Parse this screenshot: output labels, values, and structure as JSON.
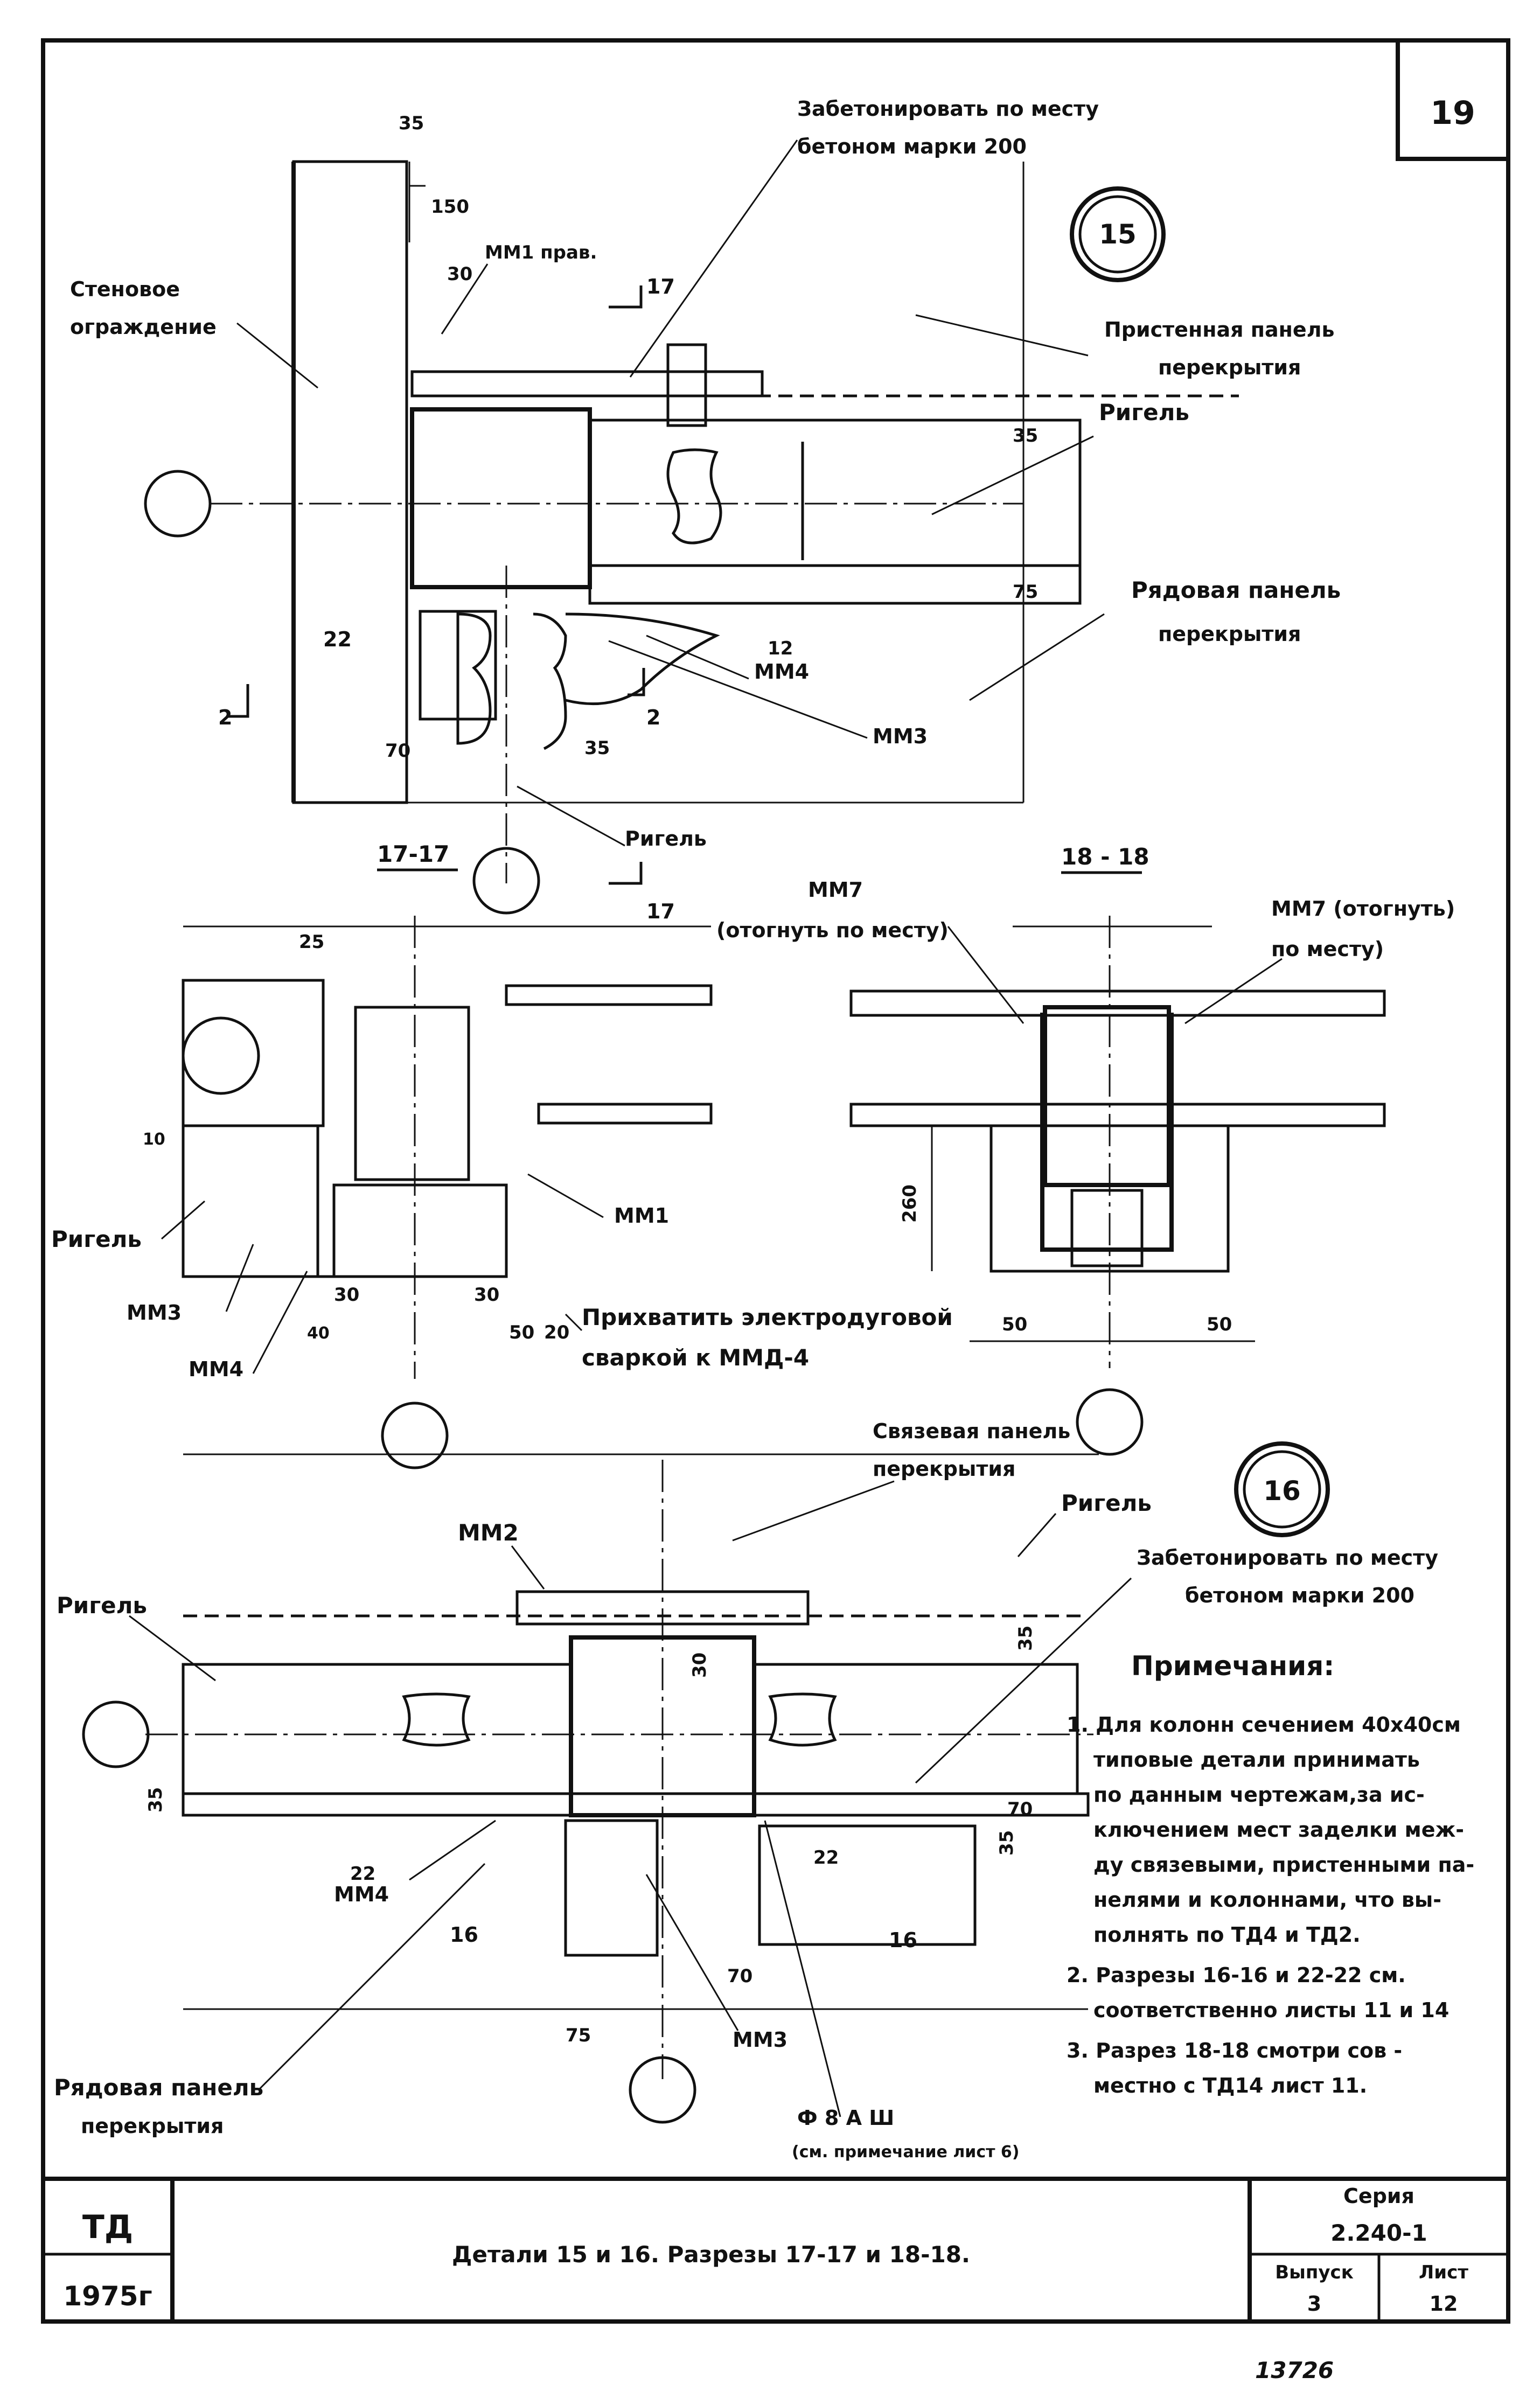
{
  "sheet": {
    "number": "19",
    "handwritten_number": "13726"
  },
  "detail15": {
    "number": "15",
    "dim_35": "35",
    "dim_150": "150",
    "dim_30": "30",
    "dim_35b": "35",
    "dim_75": "75",
    "dim_12": "12",
    "dim_22": "22",
    "dim_70": "70",
    "dim_35c": "35",
    "mark_17": "17",
    "mark_17b": "17",
    "mark_2": "2",
    "mark_2b": "2",
    "label_concrete": "Забетонировать по месту",
    "label_concrete2": "бетоном марки 200",
    "label_mm1": "ММ1 прав.",
    "label_wall": "Стеновое",
    "label_wall2": "ограждение",
    "label_wall_panel": "Пристенная панель",
    "label_wall_panel2": "перекрытия",
    "label_rigel": "Ригель",
    "label_row_panel": "Рядовая панель",
    "label_row_panel2": "перекрытия",
    "label_mm4": "ММ4",
    "label_mm3": "ММ3",
    "label_rigel_bottom": "Ригель"
  },
  "section17": {
    "title": "17-17",
    "dim_25": "25",
    "dim_10": "10",
    "dim_30": "30",
    "dim_30b": "30",
    "dim_40": "40",
    "dim_50": "50",
    "dim_20": "20",
    "label_rigel": "Ригель",
    "label_mm3": "ММ3",
    "label_mm4": "ММ4",
    "label_mm1": "ММ1",
    "label_weld": "Прихватить электродуговой",
    "label_weld2": "сваркой к ММД-4"
  },
  "section18": {
    "title": "18 - 18",
    "label_mm7": "ММ7",
    "label_mm7_note": "(отогнуть по месту)",
    "label_mm7_right": "ММ7 (отогнуть)",
    "label_mm7_right2": "по месту)",
    "dim_260": "260",
    "dim_50": "50",
    "dim_50b": "50"
  },
  "detail16": {
    "number": "16",
    "label_link_panel": "Связевая панель",
    "label_link_panel2": "перекрытия",
    "label_rigel_top": "Ригель",
    "label_mm2": "ММ2",
    "label_concrete": "Забетонировать по месту",
    "label_concrete2": "бетоном марки 200",
    "label_rigel_left": "Ригель",
    "dim_35": "35",
    "dim_35b": "35",
    "dim_30": "30",
    "dim_70": "70",
    "dim_35c": "35",
    "dim_22": "22",
    "dim_22b": "22",
    "dim_16": "16",
    "dim_16b": "16",
    "dim_70b": "70",
    "dim_75": "75",
    "label_mm4": "ММ4",
    "label_mm3": "ММ3",
    "label_row_panel": "Рядовая панель",
    "label_row_panel2": "перекрытия",
    "label_rebar": "Ф 8 А Ш",
    "label_rebar_note": "(см. примечание лист 6)"
  },
  "notes": {
    "title": "Примечания:",
    "lines": [
      "1. Для колонн сечением 40х40см",
      "типовые детали принимать",
      "по данным чертежам,за ис-",
      "ключением мест заделки меж-",
      "ду связевыми, пристенными па-",
      "нелями и колоннами, что вы-",
      "полнять по ТД4 и ТД2.",
      "2. Разрезы 16-16 и 22-22 см.",
      "соответственно листы 11 и 14",
      "3. Разрез 18-18 смотри сов -",
      "местно с ТД14 лист 11."
    ]
  },
  "title_block": {
    "code": "ТД",
    "year": "1975г",
    "title": "Детали 15 и 16. Разрезы 17-17 и 18-18.",
    "series_label": "Серия",
    "series_value": "2.240-1",
    "issue_label": "Выпуск",
    "issue_value": "3",
    "sheet_label": "Лист",
    "sheet_value": "12"
  }
}
